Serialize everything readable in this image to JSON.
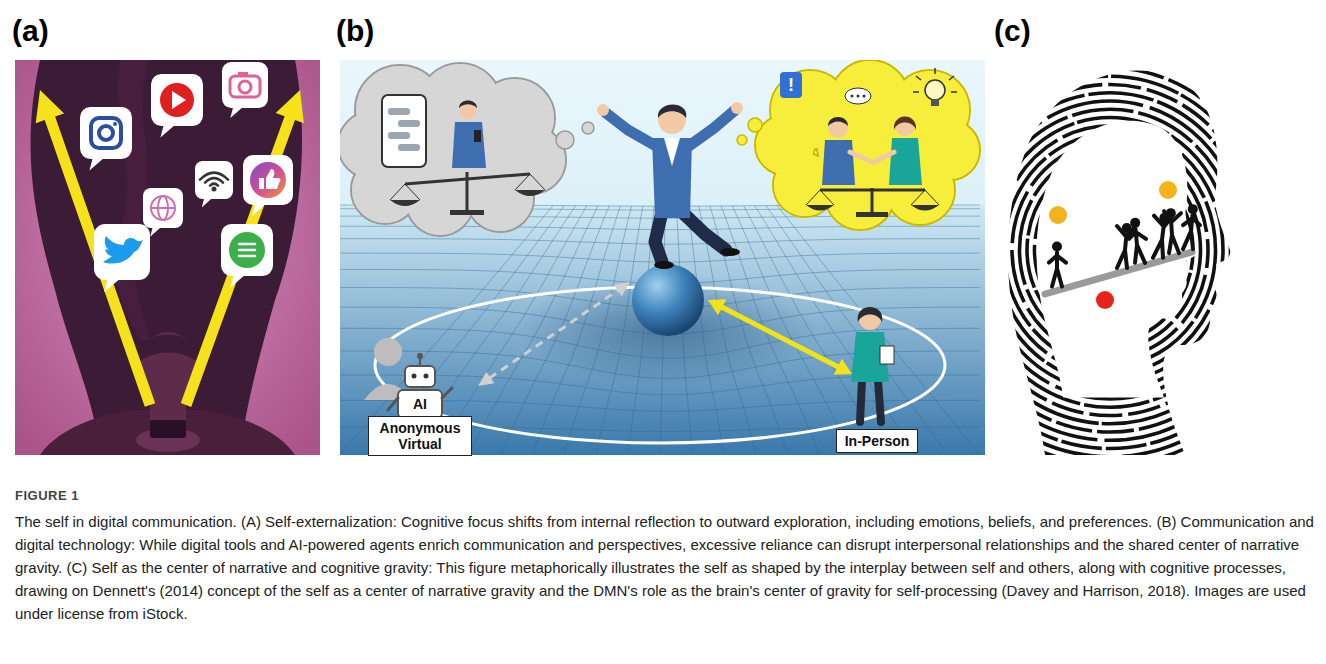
{
  "diagram": {
    "title": "FIGURE 1",
    "caption": "The self in digital communication. (A) Self-externalization: Cognitive focus shifts from internal reflection to outward exploration, including emotions, beliefs, and preferences. (B) Communication and digital technology: While digital tools and AI-powered agents enrich communication and perspectives, excessive reliance can disrupt interpersonal relationships and the shared center of narrative gravity. (C) Self as the center of narrative and cognitive gravity: This figure metaphorically illustrates the self as shaped by the interplay between self and others, along with cognitive processes, drawing on Dennett's (2014) concept of the self as a center of narrative gravity and the DMN's role as the brain's center of gravity for self-processing (Davey and Harrison, 2018). Images are used under license from iStock.",
    "nodes": [
      {
        "text": [
          "Anonymous Virtual"
        ]
      },
      {
        "text": [
          "In-Person"
        ]
      }
    ],
    "labels": [
      "(a)",
      "(b)",
      "(c)",
      "AI",
      "!"
    ]
  }
}
